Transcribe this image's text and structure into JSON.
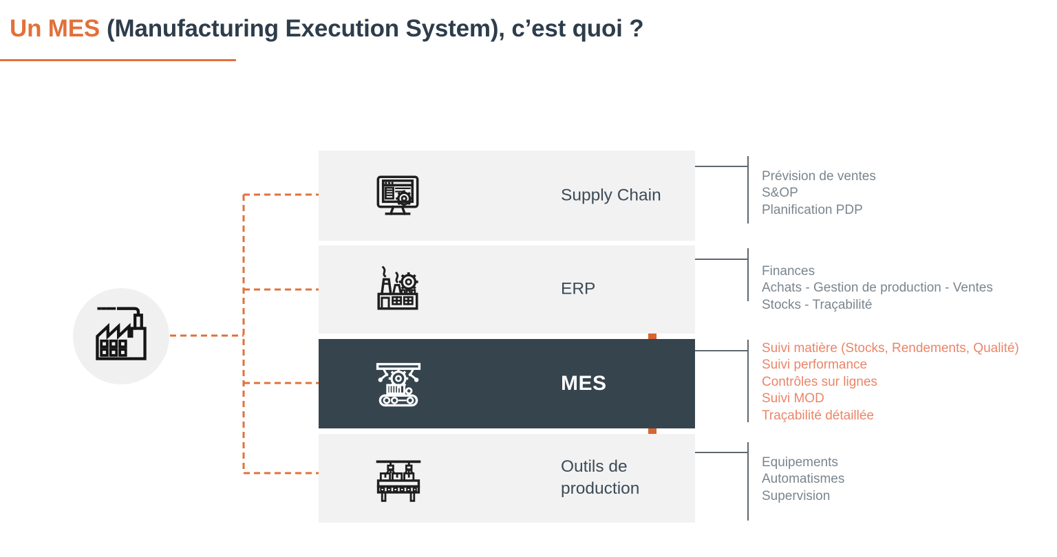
{
  "title": {
    "highlight": "Un MES",
    "rest": "(Manufacturing Execution System), c’est quoi ?"
  },
  "colors": {
    "accent_orange": "#E2703A",
    "arrow_orange": "#D96431",
    "mes_list_orange": "#EA8568",
    "dark_slate_box": "#36444E",
    "light_box": "#F2F2F2",
    "gray_text": "#7A858E",
    "connector_gray": "#5C666E",
    "title_dark": "#2E3D4B"
  },
  "hub": {
    "icon": "factory-icon"
  },
  "layers": [
    {
      "label": "Supply Chain",
      "icon": "monitor-gear-icon",
      "items": [
        "Prévision de ventes",
        "S&OP",
        "Planification PDP"
      ]
    },
    {
      "label": "ERP",
      "icon": "factory-gear-icon",
      "items": [
        "Finances",
        "Achats - Gestion de production - Ventes",
        "Stocks - Traçabilité"
      ]
    },
    {
      "label": "MES",
      "icon": "robot-conveyor-icon",
      "items": [
        "Suivi matière (Stocks, Rendements, Qualité)",
        "Suivi performance",
        "Contrôles sur lignes",
        "Suivi MOD",
        "Traçabilité détaillée"
      ]
    },
    {
      "label": "Outils de production",
      "icon": "gripper-conveyor-icon",
      "items": [
        "Equipements",
        "Automatismes",
        "Supervision"
      ]
    }
  ]
}
